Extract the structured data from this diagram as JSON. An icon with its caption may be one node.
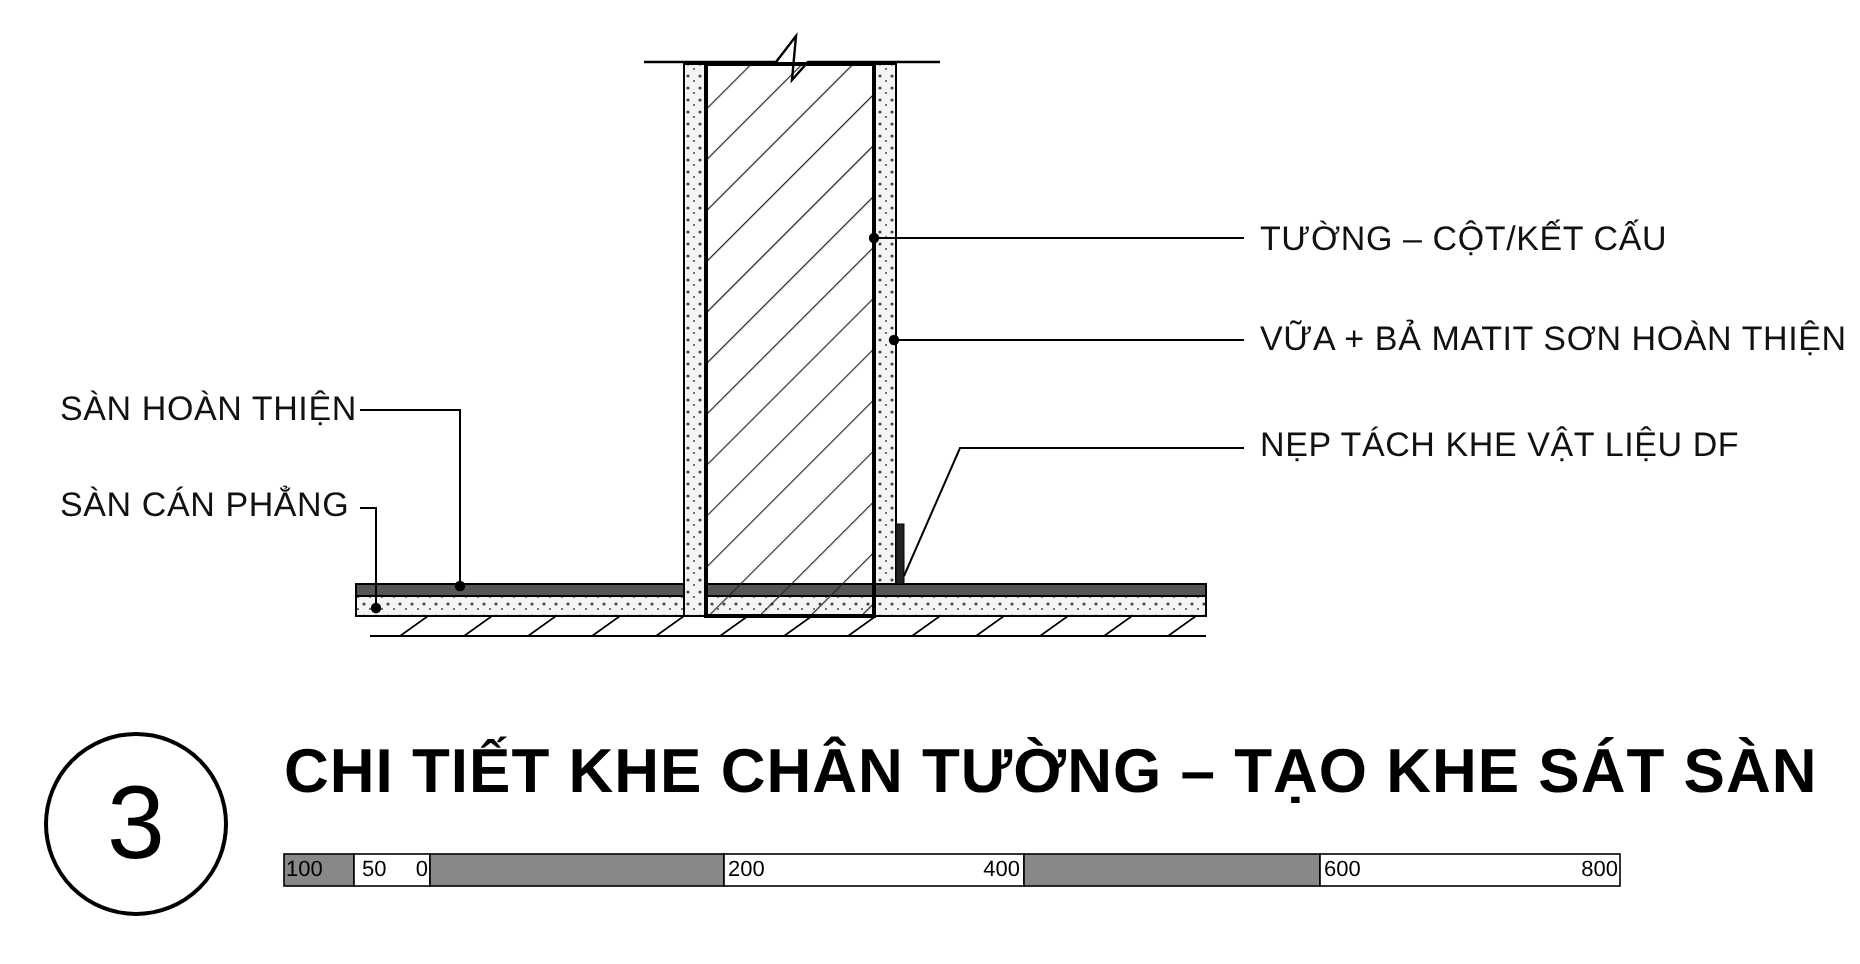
{
  "diagram": {
    "title": "CHI TIẾT KHE CHÂN TƯỜNG – TẠO KHE SÁT SÀN",
    "nodes": [
      {
        "text": [
          "TƯỜNG – CỘT/KẾT CẤU"
        ]
      },
      {
        "text": [
          "VỮA + BẢ MATIT SƠN HOÀN THIỆN"
        ]
      },
      {
        "text": [
          "NẸP TÁCH KHE VẬT LIỆU DF"
        ]
      },
      {
        "text": [
          "SÀN HOÀN THIỆN"
        ]
      },
      {
        "text": [
          "SÀN CÁN PHẲNG"
        ]
      },
      {
        "text": [],
        "shape": "box"
      },
      {
        "text": [],
        "shape": "box"
      },
      {
        "text": [],
        "shape": "box"
      },
      {
        "text": [],
        "shape": "box"
      },
      {
        "text": [],
        "shape": "box"
      },
      {
        "text": [
          "3"
        ]
      },
      {
        "text": [],
        "shape": "box"
      }
    ],
    "edges": [
      {
        "from": 0,
        "to": 5,
        "arrow": "other"
      },
      {
        "from": 1,
        "to": 6,
        "arrow": "other"
      },
      {
        "from": 2,
        "to": 7,
        "arrow": "none"
      },
      {
        "from": 3,
        "to": 8,
        "arrow": "other"
      },
      {
        "from": 4,
        "to": 9,
        "arrow": "other"
      }
    ],
    "labels": [
      "100",
      "50",
      "0",
      "200",
      "400",
      "600",
      "800"
    ]
  }
}
